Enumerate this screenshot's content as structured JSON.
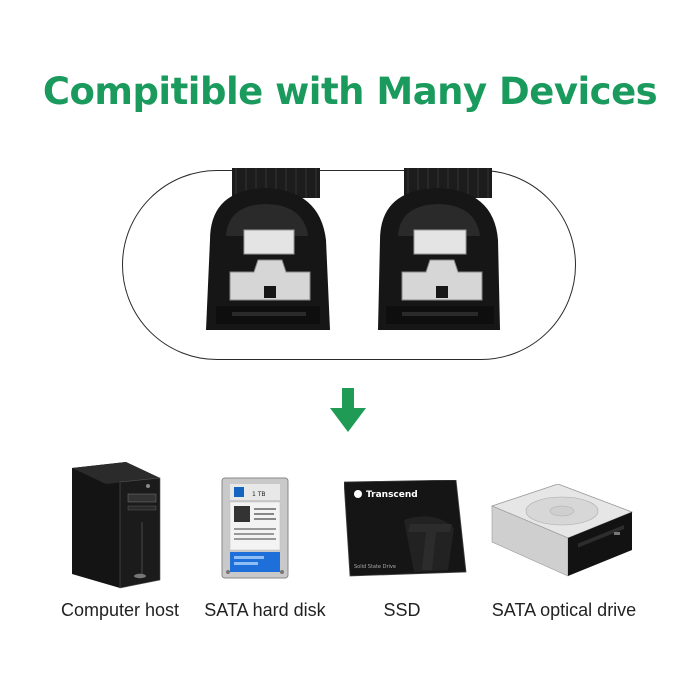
{
  "title": "Compitible with Many Devices",
  "colors": {
    "title": "#1a9a5c",
    "arrow": "#1f9b55",
    "connector": "#1a1a1a",
    "metal": "#d9d9d9"
  },
  "brand_text": {
    "hdd_capacity": "1 TB",
    "ssd_brand": "Transcend",
    "ssd_subtitle": "Solid State Drive"
  },
  "devices": [
    {
      "label": "Computer host"
    },
    {
      "label": "SATA hard disk"
    },
    {
      "label": "SSD"
    },
    {
      "label": "SATA optical drive"
    }
  ]
}
